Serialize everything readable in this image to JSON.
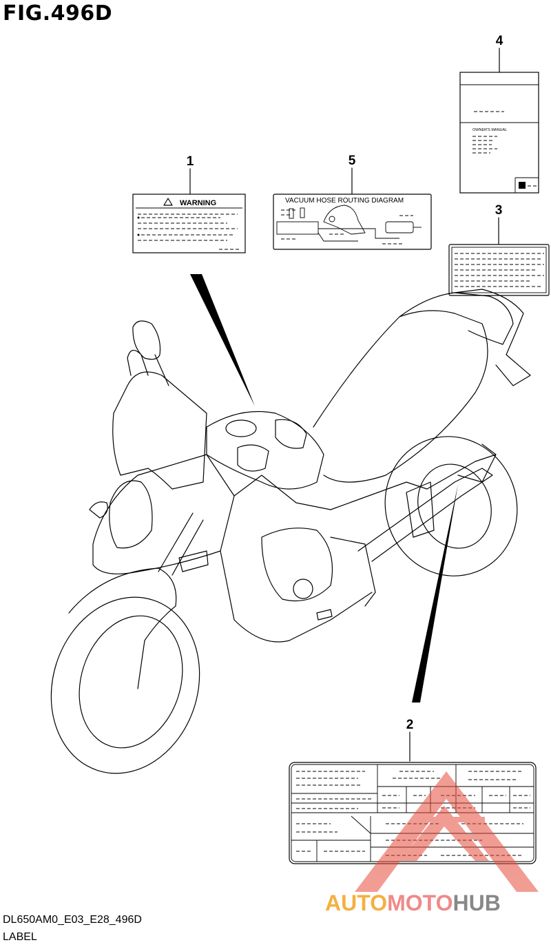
{
  "figure": {
    "title": "FIG.496D",
    "code": "DL650AM0_E03_E28_496D",
    "caption": "LABEL"
  },
  "callouts": [
    "1",
    "2",
    "3",
    "4",
    "5"
  ],
  "labels": {
    "warning": "WARNING",
    "vacuum_diagram": "VACUUM HOSE ROUTING DIAGRAM",
    "manual": "OWNER'S MANUAL"
  },
  "watermark": {
    "part1": "AUTO",
    "part2": "MOTO",
    "part3": "HUB",
    "colors": {
      "auto": "#f5b041",
      "moto": "#ef8a8a",
      "hub": "#888888"
    }
  }
}
